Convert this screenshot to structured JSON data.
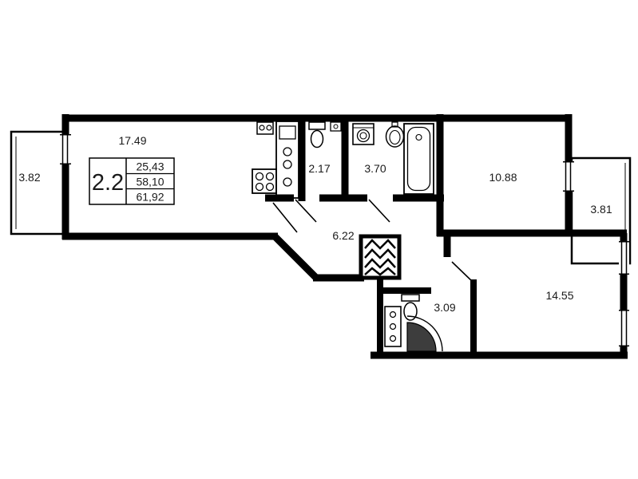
{
  "plan": {
    "type": "apartment-floor-plan",
    "legend": {
      "unit_type": "2.2",
      "living_area": "25,43",
      "apartment_area": "58,10",
      "total_area": "61,92"
    },
    "rooms": {
      "living_kitchen": {
        "area": "17.49"
      },
      "balcony_left": {
        "area": "3.82"
      },
      "wc": {
        "area": "2.17"
      },
      "bathroom": {
        "area": "3.70"
      },
      "bedroom_top": {
        "area": "10.88"
      },
      "balcony_right": {
        "area": "3.81"
      },
      "hallway": {
        "area": "6.22"
      },
      "bathroom_lower": {
        "area": "3.09"
      },
      "bedroom_bottom": {
        "area": "14.55"
      }
    },
    "fixtures": [
      "stove-icon",
      "kitchen-counter-icon",
      "kitchen-sink-icon",
      "electric-panel-icon",
      "toilet-icon",
      "corner-basin-icon",
      "washing-machine-icon",
      "washbasin-icon",
      "bathtub-icon",
      "towel-rail-icon",
      "toilet-2-icon",
      "corner-shower-icon",
      "vent-shaft-icon",
      "window-icon",
      "door-swing-icon"
    ],
    "colors": {
      "wall": "#000000",
      "text": "#1a1a1a",
      "fixture_dark": "#3d3d3d",
      "background": "#ffffff"
    }
  }
}
